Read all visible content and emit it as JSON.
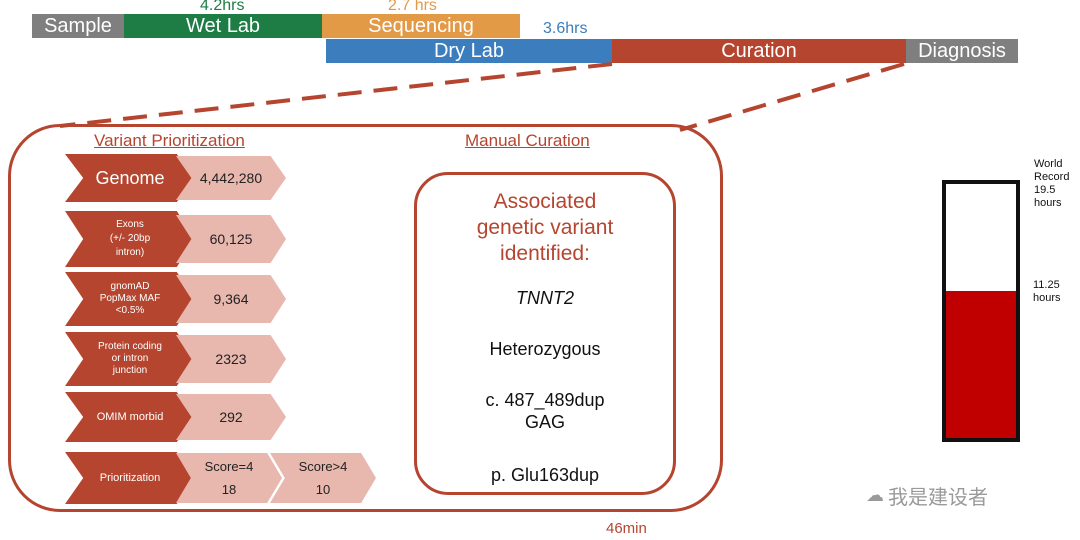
{
  "timeline": {
    "sample": "Sample",
    "wet_lab": "Wet Lab",
    "wet_lab_hrs": "4.2hrs",
    "sequencing": "Sequencing",
    "sequencing_hrs": "2.7 hrs",
    "dry_lab": "Dry Lab",
    "dry_lab_hrs": "3.6hrs",
    "curation": "Curation",
    "diagnosis": "Diagnosis",
    "curation_time": "46min"
  },
  "prioritization": {
    "heading": "Variant Prioritization",
    "rows": [
      {
        "label": "Genome",
        "value": "4,442,280"
      },
      {
        "label": "Exons\n(+/- 20bp\nintron)",
        "value": "60,125"
      },
      {
        "label": "gnomAD\nPopMax MAF\n<0.5%",
        "value": "9,364"
      },
      {
        "label": "Protein coding\nor intron\njunction",
        "value": "2323"
      },
      {
        "label": "OMIM morbid",
        "value": "292"
      },
      {
        "label": "Prioritization",
        "score1": "Score=4",
        "score1_value": "18",
        "score2": "Score>4",
        "score2_value": "10"
      }
    ]
  },
  "manual_curation": {
    "heading": "Manual Curation",
    "title": "Associated\ngenetic variant\nidentified:",
    "gene": "TNNT2",
    "zygosity": "Heterozygous",
    "cdna": "c. 487_489dup\nGAG",
    "protein": "p. Glu163dup"
  },
  "record": {
    "label": "World\nRecord\n19.5\nhours",
    "current": "11.25\nhours",
    "fill_fraction": 0.577
  },
  "watermark": "我是建设者",
  "colors": {
    "sample": "#7f7f7f",
    "wet_lab": "#1e7d45",
    "sequencing": "#e39a47",
    "dry_lab": "#3b7dbd",
    "curation": "#b5452f",
    "diagnosis": "#7f7f7f",
    "record_fill": "#c00000"
  }
}
